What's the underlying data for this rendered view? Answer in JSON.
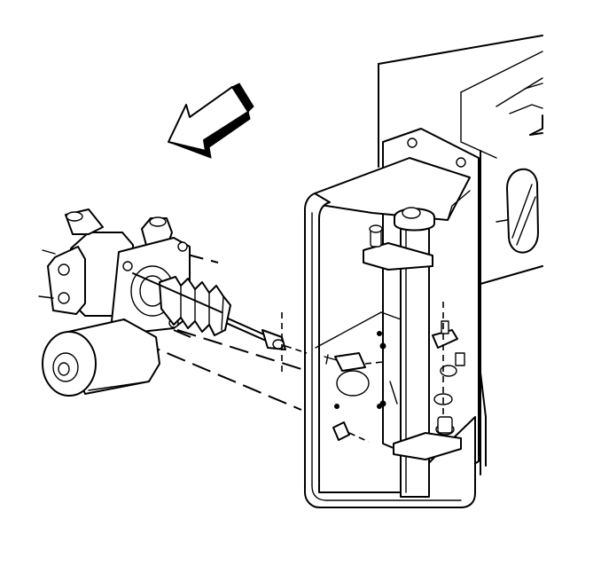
{
  "diagram": {
    "labels": [],
    "colors": {
      "line": "#000000",
      "background": "#ffffff"
    },
    "icons": [
      "direction-arrow",
      "actuator-motor",
      "master-cylinder",
      "push-rod",
      "mounting-bracket",
      "pedal-pivot-shaft"
    ]
  }
}
